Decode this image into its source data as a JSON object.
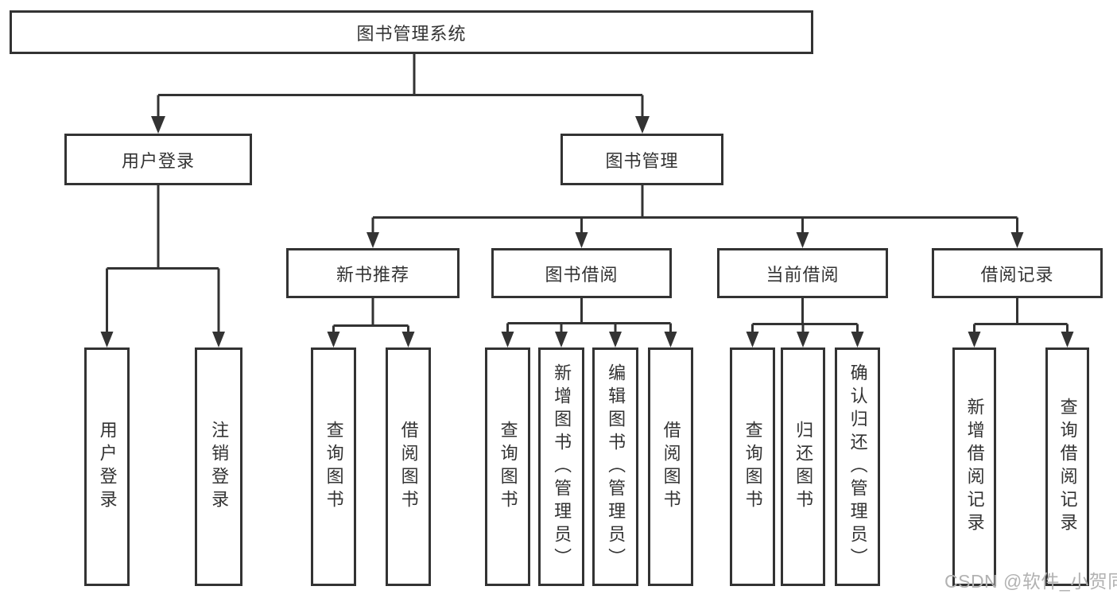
{
  "diagram": {
    "root": {
      "label": "图书管理系统"
    },
    "level2": [
      {
        "label": "用户登录"
      },
      {
        "label": "图书管理"
      }
    ],
    "level3": [
      {
        "label": "新书推荐"
      },
      {
        "label": "图书借阅"
      },
      {
        "label": "当前借阅"
      },
      {
        "label": "借阅记录"
      }
    ],
    "leaves": {
      "login": [
        "用户登录",
        "注销登录"
      ],
      "recommend": [
        "查询图书",
        "借阅图书"
      ],
      "borrow": [
        "查询图书",
        "新增图书（管理员）",
        "编辑图书（管理员）",
        "借阅图书"
      ],
      "current": [
        "查询图书",
        "归还图书",
        "确认归还（管理员）"
      ],
      "records": [
        "新增借阅记录",
        "查询借阅记录"
      ]
    }
  },
  "watermark": "CSDN @软件_小贺同学",
  "colors": {
    "line": "#333333",
    "text": "#333333",
    "background": "#ffffff",
    "watermark": "#b2b2b2"
  }
}
